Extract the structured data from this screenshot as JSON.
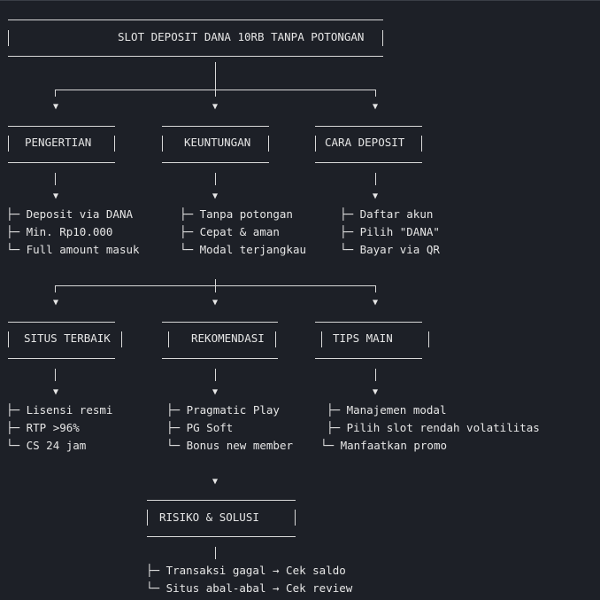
{
  "title": "SLOT DEPOSIT DANA 10RB TANPA POTONGAN",
  "arrow_glyph": "▼",
  "sections": [
    {
      "label": "PENGERTIAN",
      "items": [
        {
          "prefix": "├─",
          "text": "Deposit via DANA"
        },
        {
          "prefix": "├─",
          "text": "Min. Rp10.000"
        },
        {
          "prefix": "└─",
          "text": "Full amount masuk"
        }
      ]
    },
    {
      "label": "KEUNTUNGAN",
      "items": [
        {
          "prefix": "├─",
          "text": "Tanpa potongan"
        },
        {
          "prefix": "├─",
          "text": "Cepat & aman"
        },
        {
          "prefix": "└─",
          "text": "Modal terjangkau"
        }
      ]
    },
    {
      "label": "CARA DEPOSIT",
      "items": [
        {
          "prefix": "├─",
          "text": "Daftar akun"
        },
        {
          "prefix": "├─",
          "text": "Pilih \"DANA\""
        },
        {
          "prefix": "└─",
          "text": "Bayar via QR"
        }
      ]
    },
    {
      "label": "SITUS TERBAIK",
      "items": [
        {
          "prefix": "├─",
          "text": "Lisensi resmi"
        },
        {
          "prefix": "├─",
          "text": "RTP >96%"
        },
        {
          "prefix": "└─",
          "text": "CS 24 jam"
        }
      ]
    },
    {
      "label": "REKOMENDASI",
      "items": [
        {
          "prefix": "├─",
          "text": "Pragmatic Play"
        },
        {
          "prefix": "├─",
          "text": "PG Soft"
        },
        {
          "prefix": "└─",
          "text": "Bonus new member"
        }
      ]
    },
    {
      "label": "TIPS MAIN",
      "items": [
        {
          "prefix": "├─",
          "text": "Manajemen modal"
        },
        {
          "prefix": "├─",
          "text": "Pilih slot rendah volatilitas"
        },
        {
          "prefix": "└─",
          "text": "Manfaatkan promo"
        }
      ]
    },
    {
      "label": "RISIKO & SOLUSI",
      "items": [
        {
          "prefix": "├─",
          "text": "Transaksi gagal → Cek saldo"
        },
        {
          "prefix": "└─",
          "text": "Situs abal-abal → Cek review"
        }
      ]
    }
  ]
}
